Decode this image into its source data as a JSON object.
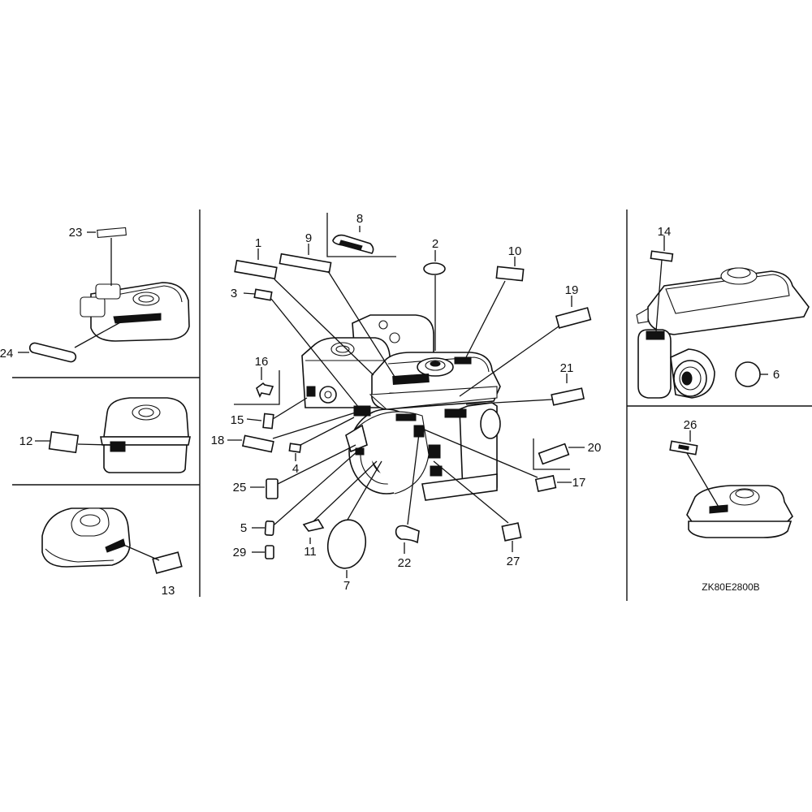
{
  "callouts": [
    "1",
    "2",
    "3",
    "4",
    "5",
    "6",
    "7",
    "8",
    "9",
    "10",
    "11",
    "12",
    "13",
    "14",
    "15",
    "16",
    "17",
    "18",
    "19",
    "20",
    "21",
    "22",
    "23",
    "24",
    "25",
    "26",
    "27",
    "29"
  ],
  "drawing_code": "ZK80E2800B"
}
